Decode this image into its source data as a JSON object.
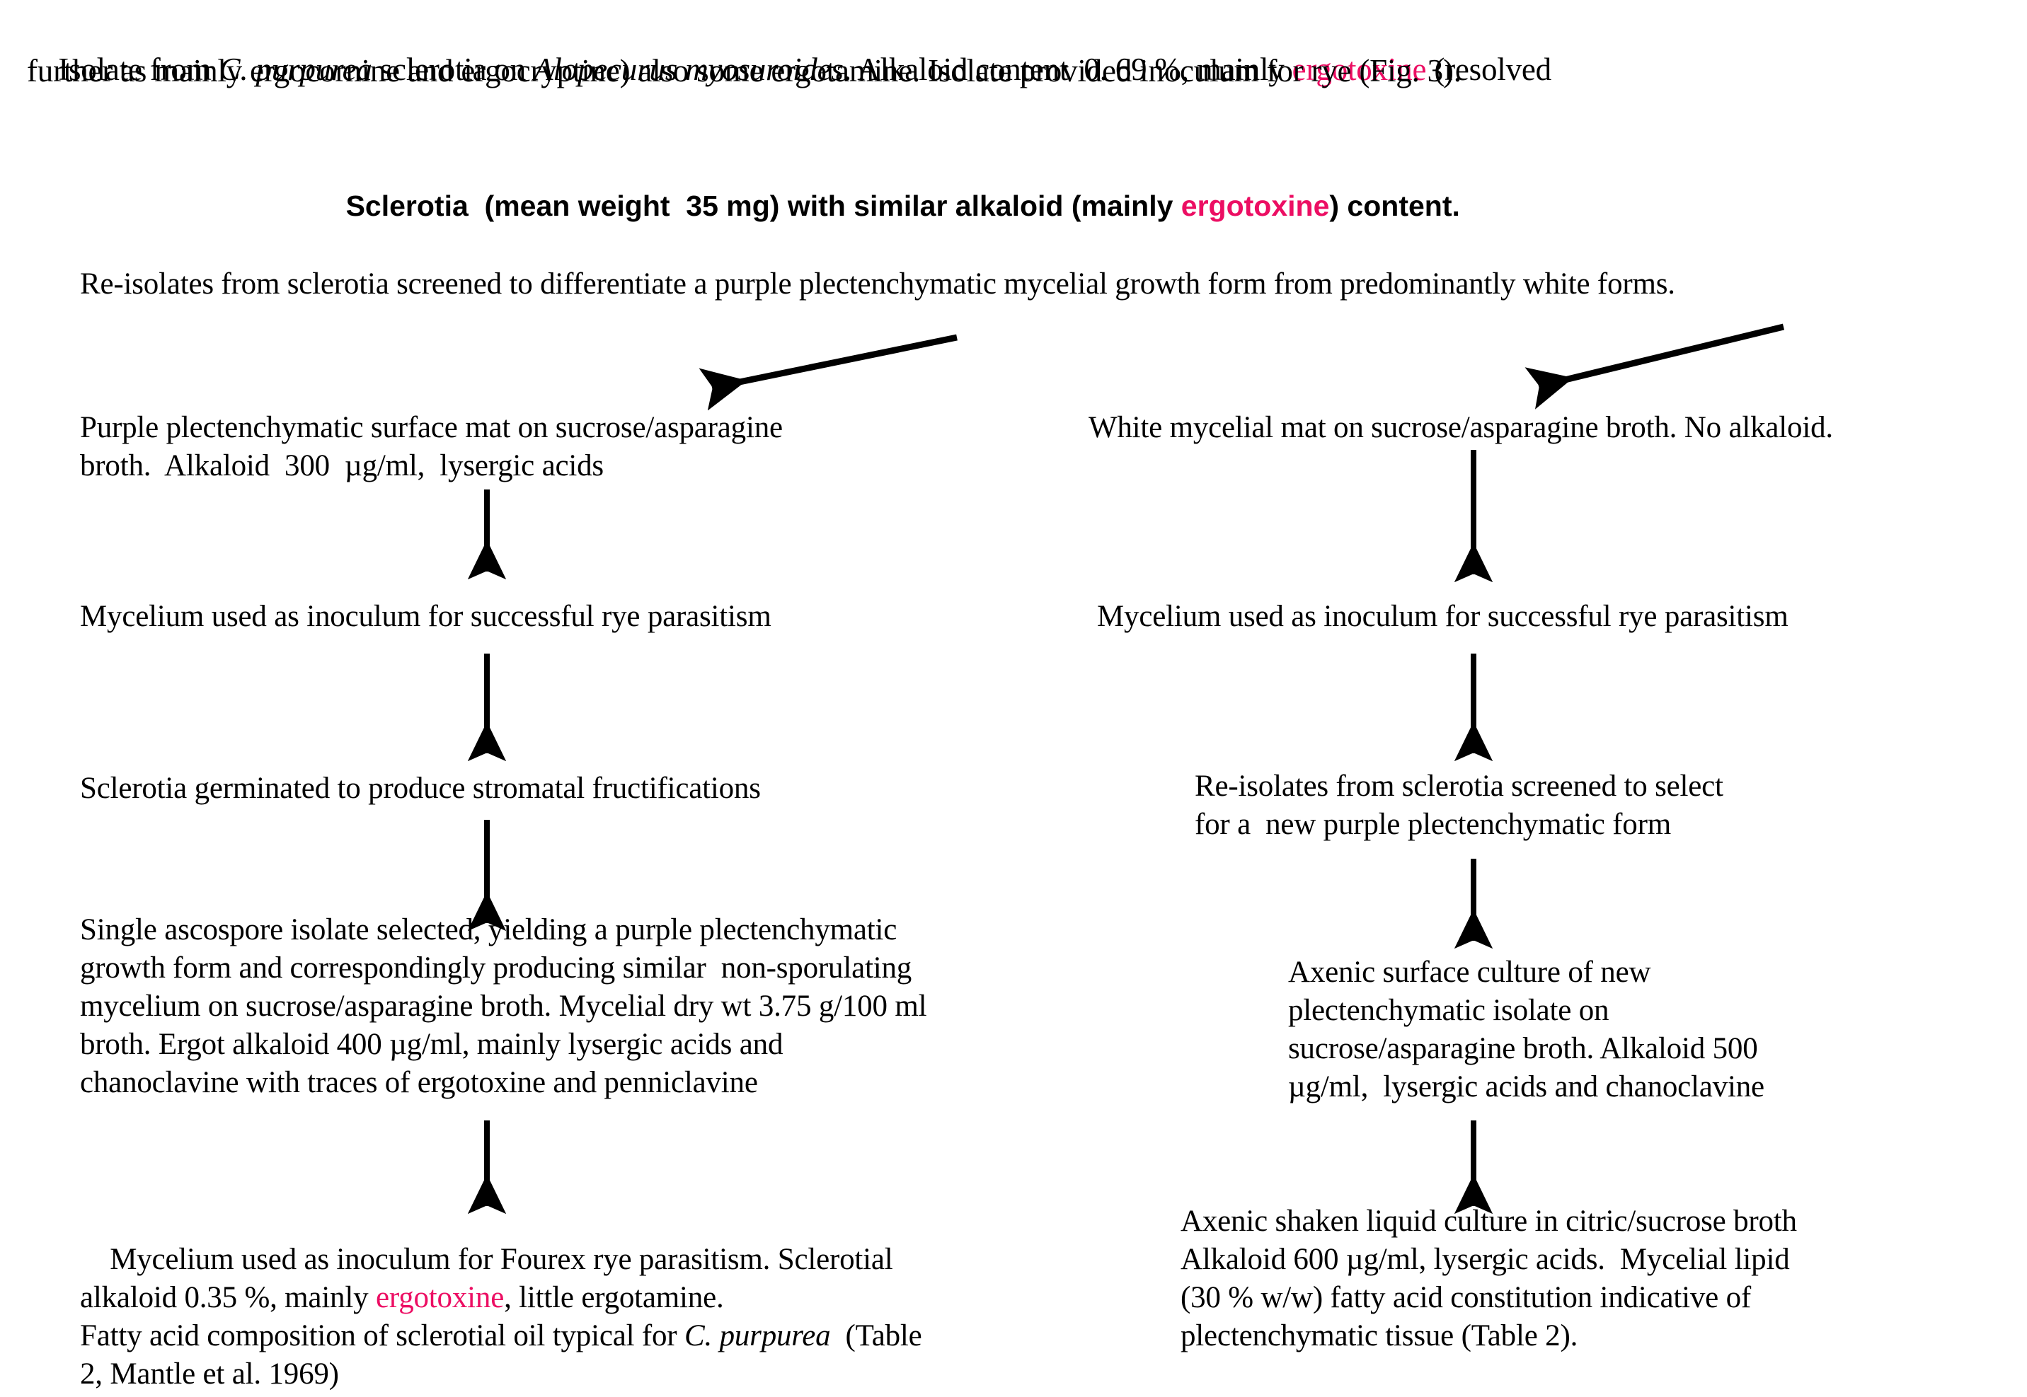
{
  "figure": {
    "header": {
      "line1_a": "Isolate from ",
      "line1_sp1": "C. purpurea",
      "line1_b": " sclerotia on ",
      "line1_sp2": "Alopecurus myosuroides",
      "line1_c": ". Alkaloid content  0. 69 %, mainly ",
      "line1_highlight": "ergotoxine",
      "line1_d": " (resolved",
      "line2": "further as mainly ergocornine and ergocryptine) also some ergotamine. Isolate provided inoculum for rye (Fig. 3)."
    },
    "subheader": {
      "a": "Sclerotia  (mean weight  35 mg) with similar alkaloid (mainly ",
      "highlight": "ergotoxine",
      "b": ") content."
    },
    "screening_note": "Re-isolates from sclerotia screened to differentiate a purple plectenchymatic mycelial growth form from predominantly white forms.",
    "left_column": {
      "node1": "Purple plectenchymatic surface mat on sucrose/asparagine\nbroth.  Alkaloid  300  µg/ml,  lysergic acids",
      "node2": "Mycelium used as inoculum for successful rye parasitism",
      "node3": "Sclerotia germinated to produce stromatal fructifications",
      "node4": "Single ascospore isolate selected, yielding a purple plectenchymatic\ngrowth form and correspondingly producing similar  non-sporulating\nmycelium on sucrose/asparagine broth. Mycelial dry wt 3.75 g/100 ml\nbroth. Ergot alkaloid 400 µg/ml, mainly lysergic acids and\nchanoclavine with traces of ergotoxine and penniclavine",
      "node5_a": "Mycelium used as inoculum for Fourex rye parasitism. Sclerotial\nalkaloid 0.35 %, mainly ",
      "node5_highlight": "ergotoxine",
      "node5_b": ", little ergotamine.\nFatty acid composition of sclerotial oil typical for ",
      "node5_species": "C. purpurea",
      "node5_c": "  (Table\n2, Mantle et al. 1969)"
    },
    "right_column": {
      "node1": "White mycelial mat on sucrose/asparagine broth. No alkaloid.",
      "node2": "Mycelium used as inoculum for successful rye parasitism",
      "node3": "Re-isolates from sclerotia screened to select\nfor a  new purple plectenchymatic form",
      "node4": "Axenic surface culture of new\nplectenchymatic isolate on\nsucrose/asparagine broth. Alkaloid 500\nµg/ml,  lysergic acids and chanoclavine",
      "node5": "Axenic shaken liquid culture in citric/sucrose broth\nAlkaloid 600 µg/ml, lysergic acids.  Mycelial lipid\n(30 % w/w) fatty acid constitution indicative of\nplectenchymatic tissue (Table 2)."
    },
    "colors": {
      "highlight": "#ec0e63",
      "text": "#000000",
      "background": "#ffffff",
      "arrow": "#000000"
    }
  }
}
